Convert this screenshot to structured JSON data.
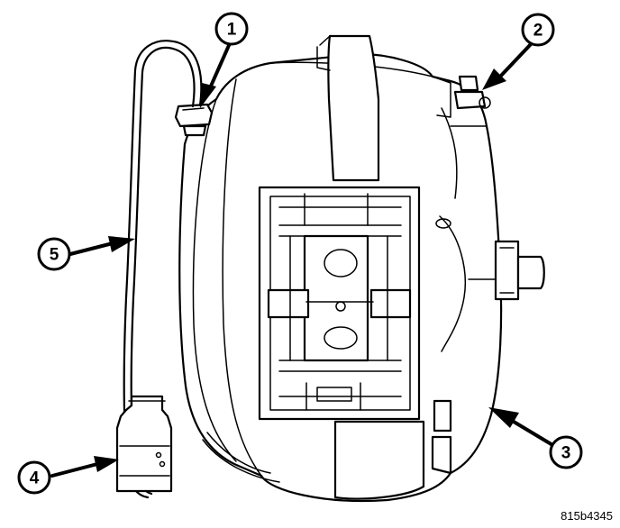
{
  "callouts": [
    {
      "label": "1"
    },
    {
      "label": "2"
    },
    {
      "label": "3"
    },
    {
      "label": "4"
    },
    {
      "label": "5"
    }
  ],
  "figure_id": "815b4345"
}
